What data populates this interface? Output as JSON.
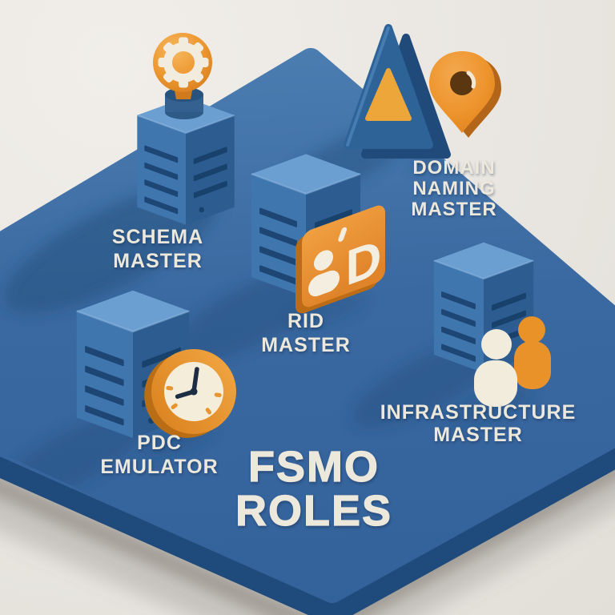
{
  "illustration": {
    "title_lines": [
      "FSMO",
      "ROLES"
    ]
  },
  "roles": {
    "schema": {
      "lines": [
        "SCHEMA",
        "MASTER"
      ],
      "icon": "lightbulb-gear-icon"
    },
    "domain": {
      "lines": [
        "DOMAIN",
        "NAMING",
        "MASTER"
      ],
      "icon": "triangle-and-location-pin-icon"
    },
    "rid": {
      "lines": [
        "RID",
        "MASTER"
      ],
      "icon": "id-badge-icon",
      "badge_letter": "D"
    },
    "pdc": {
      "lines": [
        "PDC",
        "EMULATOR"
      ],
      "icon": "clock-icon"
    },
    "infra": {
      "lines": [
        "INFRASTRUCTURE",
        "MASTER"
      ],
      "icon": "users-icon"
    }
  },
  "colors": {
    "background": "#eae7e2",
    "platform_top": "#3e6da4",
    "platform_side": "#1f4a7c",
    "server_top": "#6b9ed1",
    "server_left": "#3f76ae",
    "server_right": "#2c5c90",
    "vent_slot": "#1d4674",
    "accent_orange": "#e9912b",
    "cream_text": "#ece8dc",
    "clock_face": "#f4edda",
    "pin_hole_brown": "#5a3710"
  }
}
